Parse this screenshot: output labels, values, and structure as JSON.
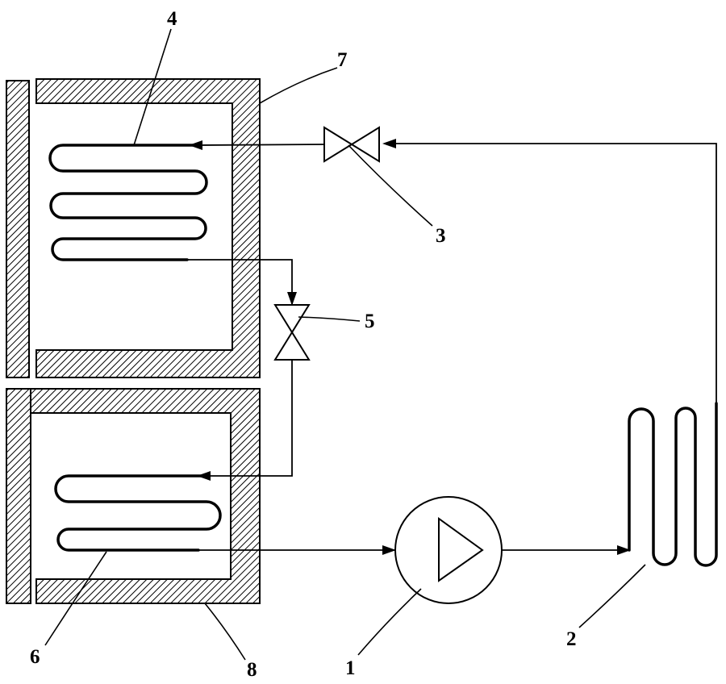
{
  "labels": {
    "compressor": "1",
    "condenser": "2",
    "upper_valve": "3",
    "upper_evaporator": "4",
    "middle_valve": "5",
    "lower_evaporator": "6",
    "upper_compartment": "7",
    "lower_compartment": "8"
  },
  "colors": {
    "line": "#000000",
    "background": "#ffffff"
  }
}
